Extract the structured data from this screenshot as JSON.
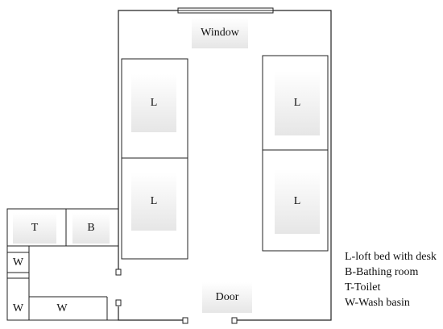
{
  "labels": {
    "window": "Window",
    "door": "Door",
    "loft1": "L",
    "loft2": "L",
    "loft3": "L",
    "loft4": "L",
    "toilet": "T",
    "bathing": "B",
    "wash1": "W",
    "wash2": "W",
    "wash3": "W"
  },
  "legend": [
    "L-loft bed with desk",
    "B-Bathing room",
    "T-Toilet",
    "W-Wash basin"
  ]
}
